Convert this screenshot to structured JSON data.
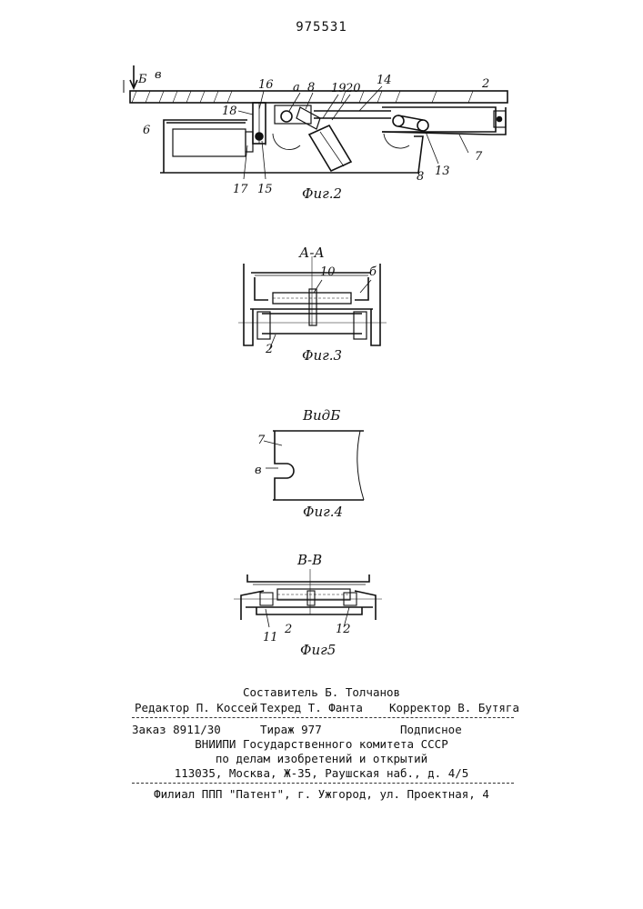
{
  "patent_number": "975531",
  "figures": {
    "fig2": {
      "caption": "Фиг.2",
      "labels": [
        "Б",
        "в",
        "16",
        "а",
        "8",
        "19",
        "20",
        "14",
        "2",
        "18",
        "6",
        "17",
        "15",
        "13",
        "7",
        "8"
      ]
    },
    "fig3": {
      "section": "А-А",
      "caption": "Фиг.3",
      "labels": [
        "10",
        "б",
        "2"
      ]
    },
    "fig4": {
      "section": "ВидБ",
      "caption": "Фиг.4",
      "labels": [
        "7",
        "в"
      ]
    },
    "fig5": {
      "section": "В-В",
      "caption": "Фиг5",
      "labels": [
        "11",
        "2",
        "12"
      ]
    }
  },
  "imprint": {
    "compiler": "Составитель Б. Толчанов",
    "editor": "Редактор П. Коссей",
    "techred": "Техред Т. Фанта",
    "corrector": "Корректор В. Бутяга",
    "order": "Заказ 8911/30",
    "circulation": "Тираж 977",
    "subscription": "Подписное",
    "org_line1": "ВНИИПИ Государственного комитета СССР",
    "org_line2": "по делам изобретений и открытий",
    "address": "113035, Москва, Ж-35, Раушская наб., д. 4/5",
    "branch": "Филиал ППП \"Патент\", г. Ужгород, ул. Проектная, 4"
  }
}
